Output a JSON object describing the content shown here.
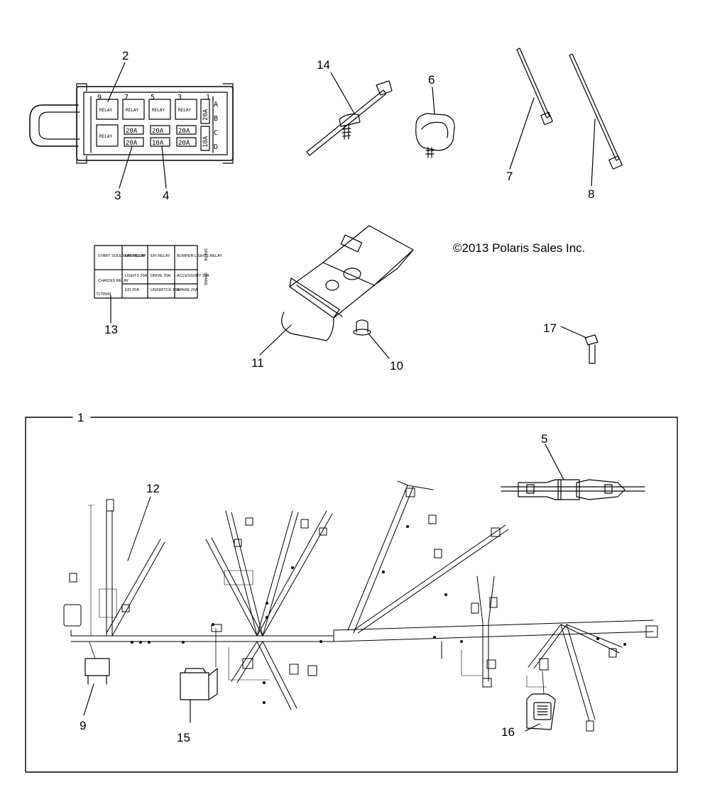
{
  "copyright": "©2013 Polaris Sales Inc.",
  "callouts": {
    "c1": "1",
    "c2": "2",
    "c3": "3",
    "c4": "4",
    "c5": "5",
    "c6": "6",
    "c7": "7",
    "c8": "8",
    "c9": "9",
    "c10": "10",
    "c11": "11",
    "c12": "12",
    "c13": "13",
    "c14": "14",
    "c15": "15",
    "c16": "16",
    "c17": "17"
  },
  "fuse_box": {
    "slot_numbers": [
      "9",
      "7",
      "5",
      "3",
      "1"
    ],
    "row_letters": [
      "A",
      "B",
      "C",
      "D"
    ],
    "relay_label": "RELAY",
    "fuse_20a": "20A",
    "fuse_10a": "10A"
  },
  "decal": {
    "row1": [
      "START SOLENOID RELAY",
      "FAN RELAY",
      "EFI RELAY",
      "BUMPER LIGHTS RELAY",
      "SPARE"
    ],
    "row2a": [
      "CHASSIS RELAY",
      "LIGHTS 20A",
      "DRIVE 20A",
      "ACCESSORY 20A",
      "SPARE"
    ],
    "row2b": [
      "EFI 20A",
      "UNSWITCH 10A",
      "SPARE 20A"
    ],
    "part_no": "7179549"
  }
}
